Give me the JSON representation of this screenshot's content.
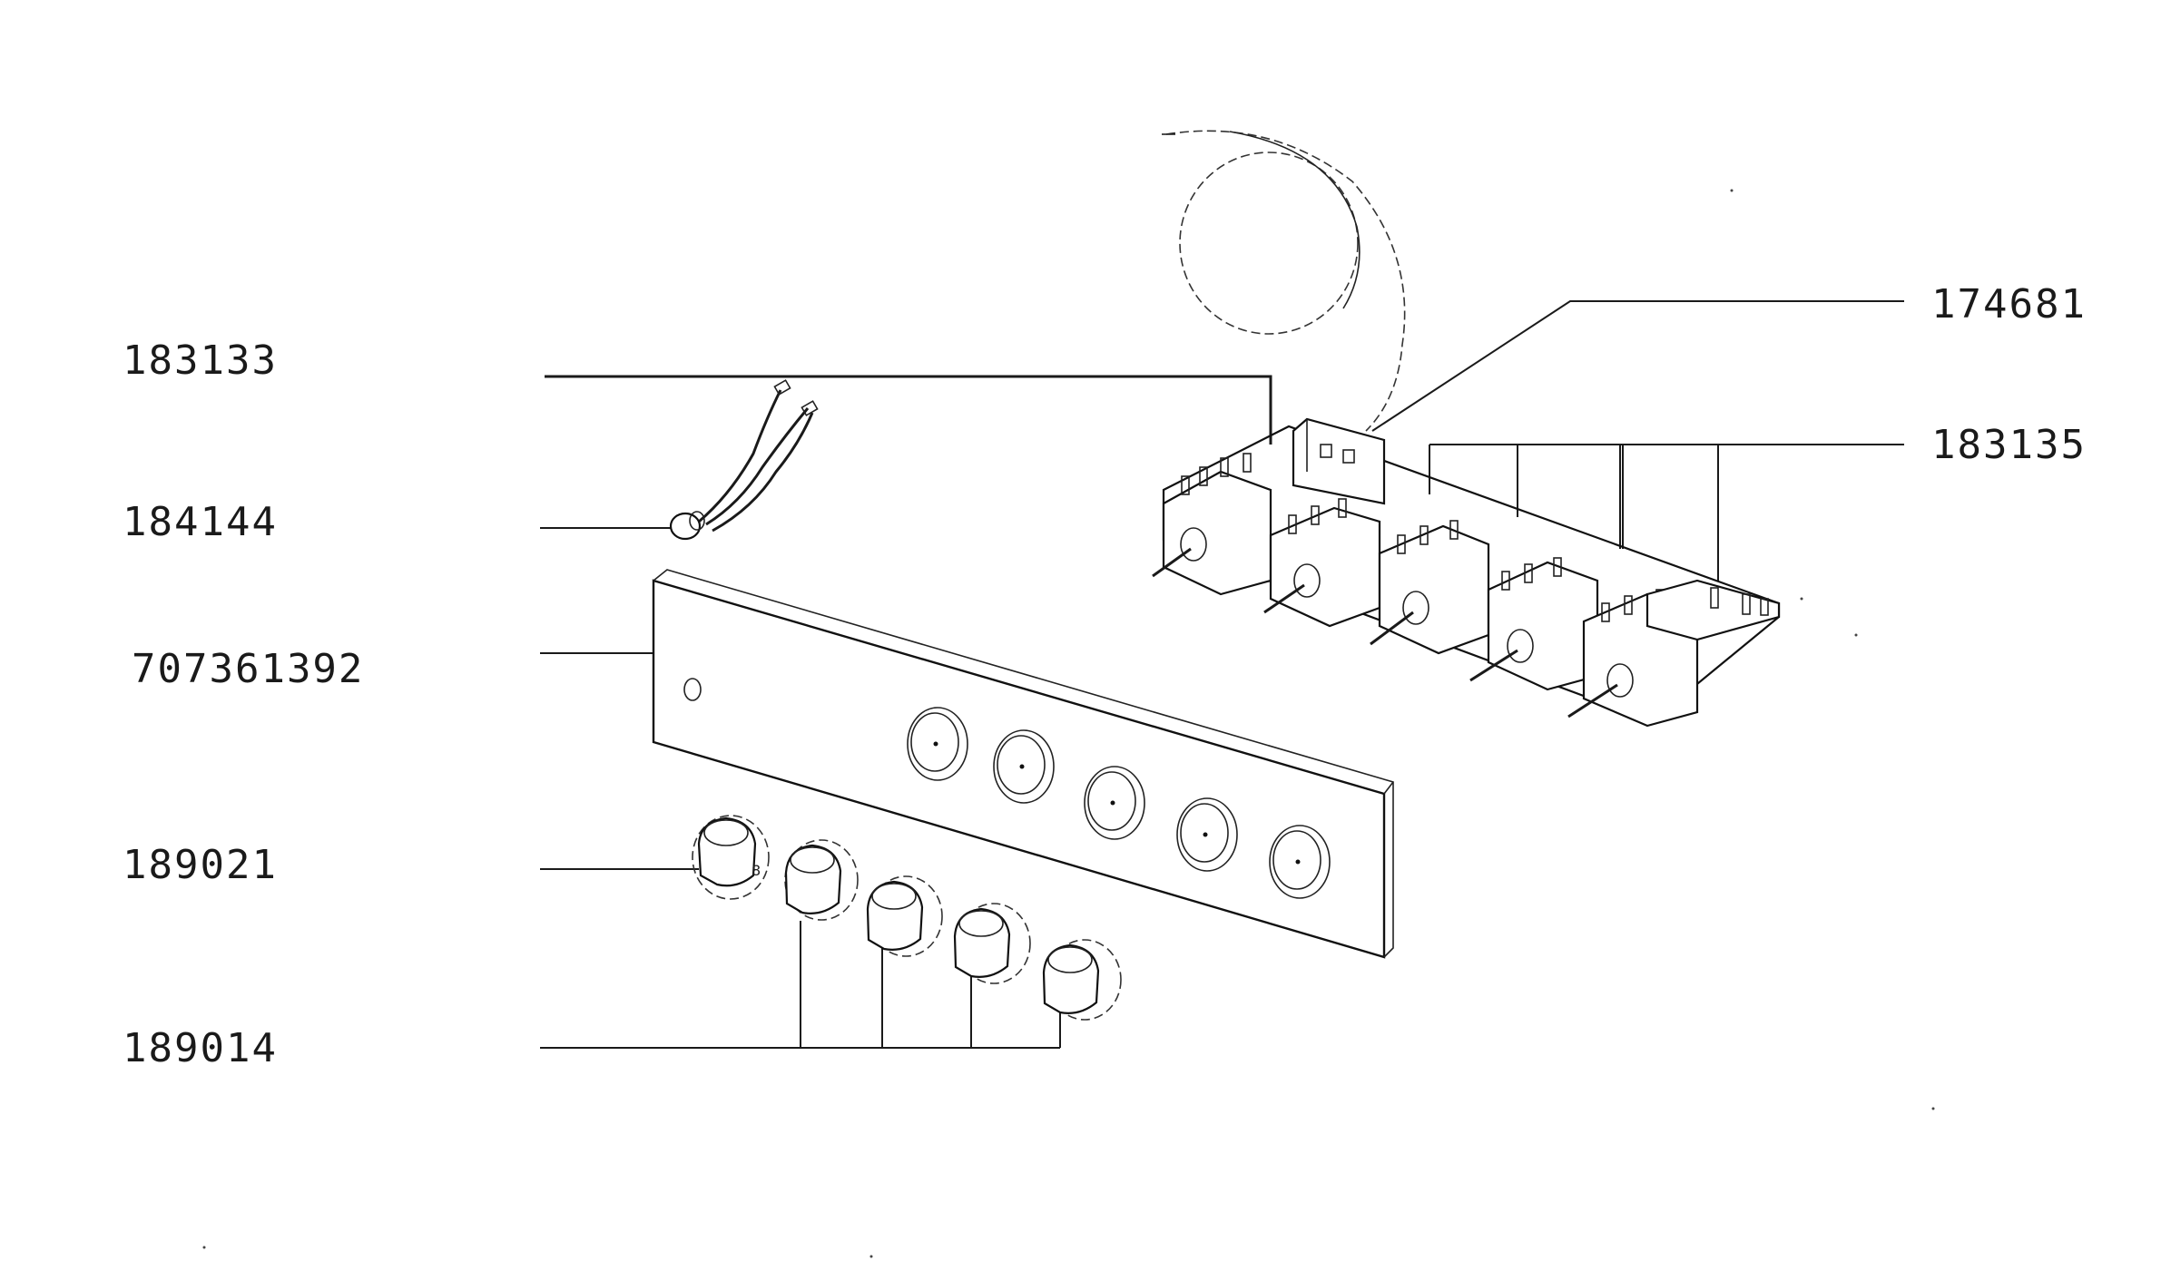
{
  "labels": {
    "p183133": "183133",
    "p184144": "184144",
    "p707361392": "707361392",
    "p189021": "189021",
    "p189014": "189014",
    "p174681": "174681",
    "p183135": "183135"
  },
  "colors": {
    "line": "#1a1a1a",
    "background": "#ffffff"
  }
}
